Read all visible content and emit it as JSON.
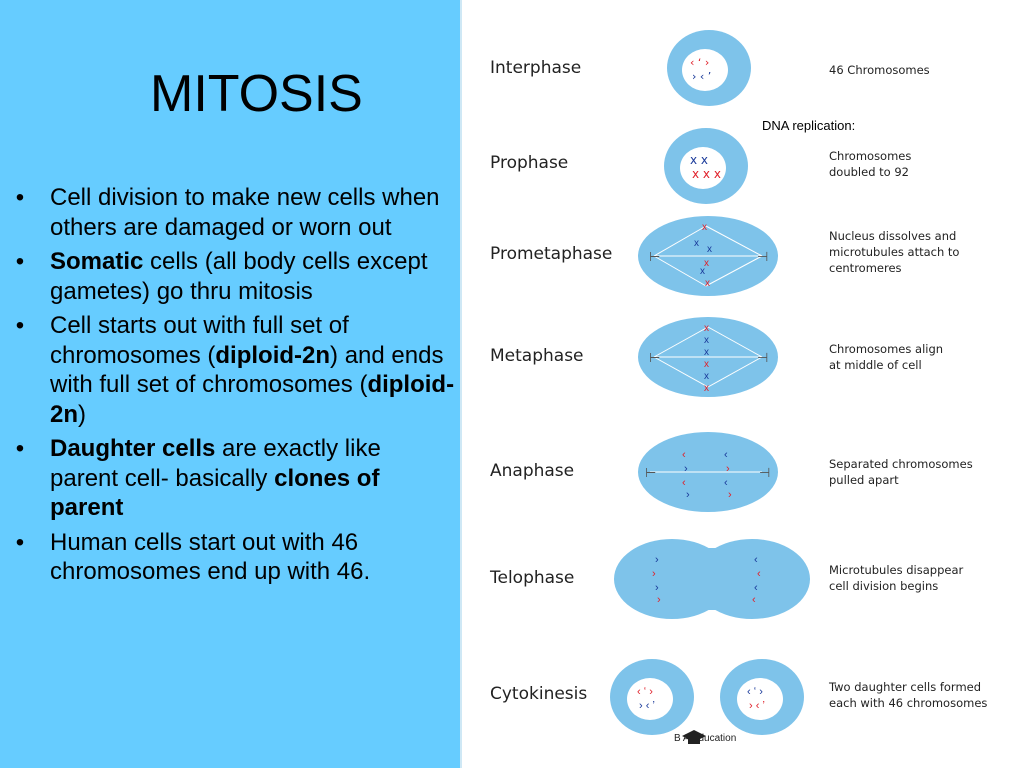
{
  "slide": {
    "title": "MITOSIS",
    "bullets": [
      {
        "parts": [
          {
            "text": "Cell division to make new cells when others are damaged or worn out",
            "bold": false
          }
        ]
      },
      {
        "parts": [
          {
            "text": "Somatic",
            "bold": true
          },
          {
            "text": " cells (all body cells except gametes) go thru mitosis",
            "bold": false
          }
        ]
      },
      {
        "parts": [
          {
            "text": "Cell starts out with full set of chromosomes (",
            "bold": false
          },
          {
            "text": "diploid-2n",
            "bold": true
          },
          {
            "text": ") and ends with full set of chromosomes (",
            "bold": false
          },
          {
            "text": "diploid-2n",
            "bold": true
          },
          {
            "text": ")",
            "bold": false
          }
        ]
      },
      {
        "parts": [
          {
            "text": "Daughter cells",
            "bold": true
          },
          {
            "text": " are exactly like parent cell- basically ",
            "bold": false
          },
          {
            "text": "clones of parent",
            "bold": true
          }
        ]
      },
      {
        "parts": [
          {
            "text": "Human cells start out with 46 chromosomes end up with 46.",
            "bold": false
          }
        ]
      }
    ],
    "bullet_glyph": "•"
  },
  "diagram": {
    "dna_note": "DNA replication:",
    "logo_text": "B A Education",
    "stages": [
      {
        "name": "Interphase",
        "desc": "46 Chromosomes"
      },
      {
        "name": "Prophase",
        "desc": "Chromosomes\ndoubled to 92"
      },
      {
        "name": "Prometaphase",
        "desc": "Nucleus dissolves and\nmicrotubules attach to\ncentromeres"
      },
      {
        "name": "Metaphase",
        "desc": "Chromosomes align\nat middle of cell"
      },
      {
        "name": "Anaphase",
        "desc": "Separated chromosomes\npulled apart"
      },
      {
        "name": "Telophase",
        "desc": "Microtubules disappear\ncell division begins"
      },
      {
        "name": "Cytokinesis",
        "desc": "Two daughter cells formed\neach with 46 chromosomes"
      }
    ]
  },
  "colors": {
    "background": "#66ccff",
    "cell_fill": "#7ec3ea",
    "cell_inner": "#ffffff",
    "chromosome_red": "#e0202a",
    "chromosome_blue": "#1a3a9a"
  }
}
